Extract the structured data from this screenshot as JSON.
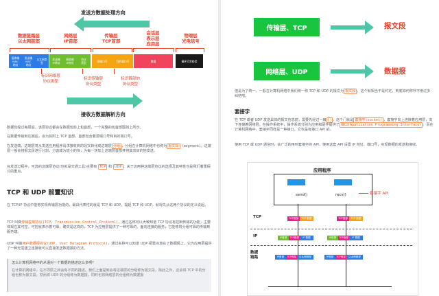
{
  "left": {
    "diagram": {
      "top_title": "发送方数据处理方向",
      "bottom_title": "接收方数据解析方向",
      "layers": [
        {
          "id": "datalink",
          "label": "数据链路层\n以太网首部"
        },
        {
          "id": "network",
          "label": "网络层\nIP首部"
        },
        {
          "id": "transport",
          "label": "传输层\nTCP首部"
        },
        {
          "id": "session",
          "label": "会话层\n表示层\n应用层"
        },
        {
          "id": "physical",
          "label": "物理层\n光电信号"
        }
      ],
      "cells": [
        {
          "text": "接收端\nMAC\n地址",
          "color": "#2d7be5"
        },
        {
          "text": "发送端\nMAC\n地址",
          "color": "#2d7be5"
        },
        {
          "text": "以太网类\n型",
          "color": "#2d7be5"
        },
        {
          "text": "发送端\nIP地址",
          "color": "#6fbe2f"
        },
        {
          "text": "接收端\nIP地址",
          "color": "#6fbe2f"
        },
        {
          "text": "协议\n类型",
          "color": "#6fbe2f"
        },
        {
          "text": "源端口号",
          "color": "#f5a412"
        },
        {
          "text": "目的端口号",
          "color": "#f5a412"
        },
        {
          "text": "数据",
          "color": "#f2435c"
        },
        {
          "text": "循环冗余校验",
          "color": "#1a1a1a"
        }
      ],
      "annotations": [
        "标识网络层\n协议类型",
        "标识传输层\n协议类型",
        "标识首部的\n协议类型"
      ]
    },
    "para1": "数据包经过每层后，该层协议都会在数据包前上包首部，一个完整的包首部图如上所示。",
    "para2": "在数据传输到达端后，会为其附上 TCP 首部，首部包含着源端口号和目的端口号。",
    "para3_a": "在发送端，这端层将从发送应用程序请求接收到的段文转化成这端层",
    "para3_hl1": "分组",
    "para3_b": "，分组在计算机网络中也称为",
    "para3_hl2": "报文段",
    "para3_c": "（segment）。这端层一般会将报文段进行分割，分割成为较小的块，为每一块加上这端层首部并将其向目的地发送。",
    "para4_a": "在发送过程中，可选的这端层协议(也就是交通工具)主要有",
    "para4_tcp": "TCP",
    "para4_and": "和",
    "para4_udp": "UDP",
    "para4_b": "，关于这两种这端层协议的选择及其特性也是我们着重探讨的重点。",
    "section_title": "TCP 和 UDP 前置知识",
    "para5": "在 TCP/IP 协议中能够实现传输层功能的，最具代表性的就是 TCP 和 UDP。提起 TCP 和 UDP，就得先从这两个协议的定义说起。",
    "para6_a": "TCP 叫做",
    "para6_hl": "传输控制协议(TCP, Transmission Control Protocol)",
    "para6_b": "，通过名称可以大致知道 TCP 协议有控制传输的功能，主要体现在其可控，可控就表示着可靠，确实是这样的，TCP 为应用层提供了一种可靠的、面向连接的服务，它能够将分组可靠的传输到服务端。",
    "para7_a": "UDP 叫做",
    "para7_hl": "用户数据报协议(UDP, User Datagram Protocol)",
    "para7_b": "，通过名称可以知道 UDP 把重点放在了数据报上，它为应用层提供了一种无需建立连接就可以直接发送数据报的方法。",
    "quote_q": "怎么计算机网络中的术语对一个数据的描述这么多啊？",
    "quote_a": "在计算机网络中，在不同层之间会有不同的描述。我们上面提到会将这端层的分组称为报文段，除此之外，还会将 TCP 中的分组也称为报文段，然而将 UDP 的分组称为数据报，同时也将网络层的分组称为数据报"
  },
  "right": {
    "box1": "传输层、TCP",
    "label1": "报文段",
    "box2": "网络层、UDP",
    "label2": "数据报",
    "para1_a": "但是为了统一，一般在计算机网络中我们统一称 TCP 和 UDP 的报文为",
    "para1_hl": "报文段",
    "para1_b": "，这个就相当于是约定，到底如何称呼不用过多纠结啦。",
    "subtitle": "套接字",
    "para2_a": "在 TCP 或者 UDP 发送具体的报文信息前，需要先经过一扇",
    "para2_hl1": "门",
    "para2_b": "，这个门就是",
    "para2_hl2": "套接字(socket)",
    "para2_c": "，套接字向上连接着应用层，向下连接着网络层。在操作系统中，操作系统分别为应用和硬件提供了",
    "para2_hl3": "接口(Application Programming Interface)",
    "para2_d": "。而在计算机网络中，套接字同样是一种接口，它也是有接口 API 的。",
    "para3": "使用 TCP 或 UDP 通信时，会广泛的用到套接字的 API，使用这套 API 设置 IP 地址、端口号，实现数据的发送和接收。",
    "socket_diagram": {
      "title": "应用程序",
      "send": "send()",
      "recv": "recv()",
      "api_label": "套接字 API",
      "layer_tcp": "TCP",
      "layer_ip": "IP",
      "layer_link": "数据\n链路",
      "cell_ip_head": "IP首部",
      "cell_tcp_head": "TCP首部",
      "cell_tcp_data": "TCP 数据",
      "cell_ip_data": "IP 数据",
      "cell_eth_head": "以太网首部"
    }
  }
}
